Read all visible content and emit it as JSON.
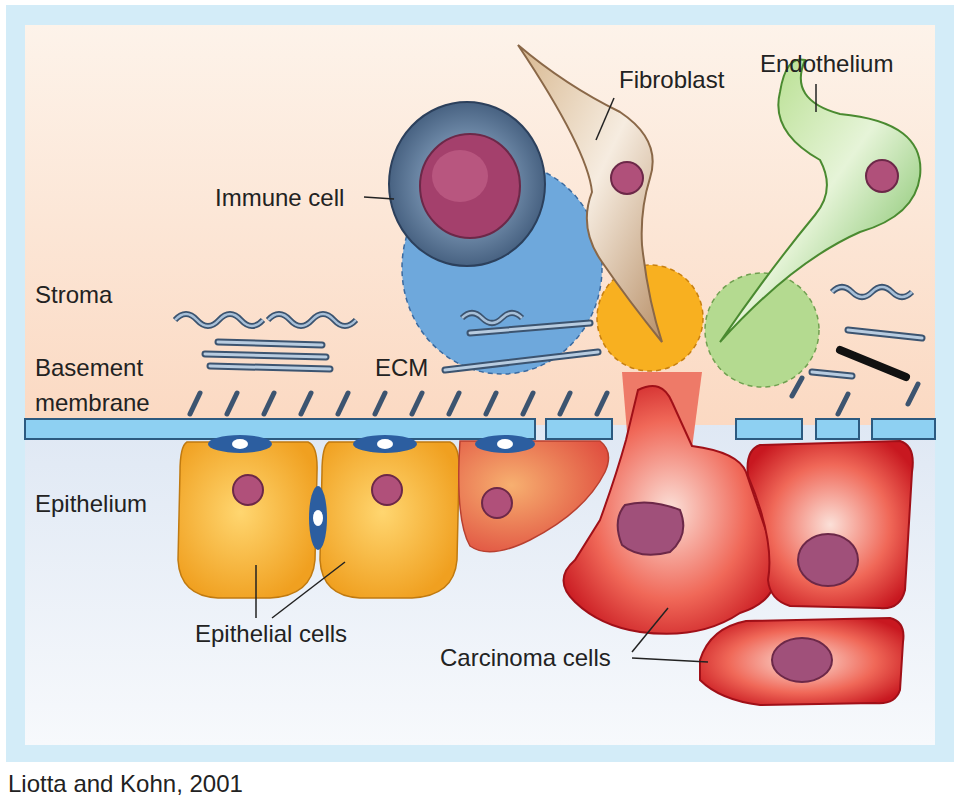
{
  "diagram": {
    "caption": "Liotta and Kohn, 2001",
    "labels": [
      "Fibroblast",
      "Endothelium",
      "Immune cell",
      "Stroma",
      "Basement membrane",
      "ECM",
      "Epithelium",
      "Epithelial cells",
      "Carcinoma cells"
    ]
  }
}
